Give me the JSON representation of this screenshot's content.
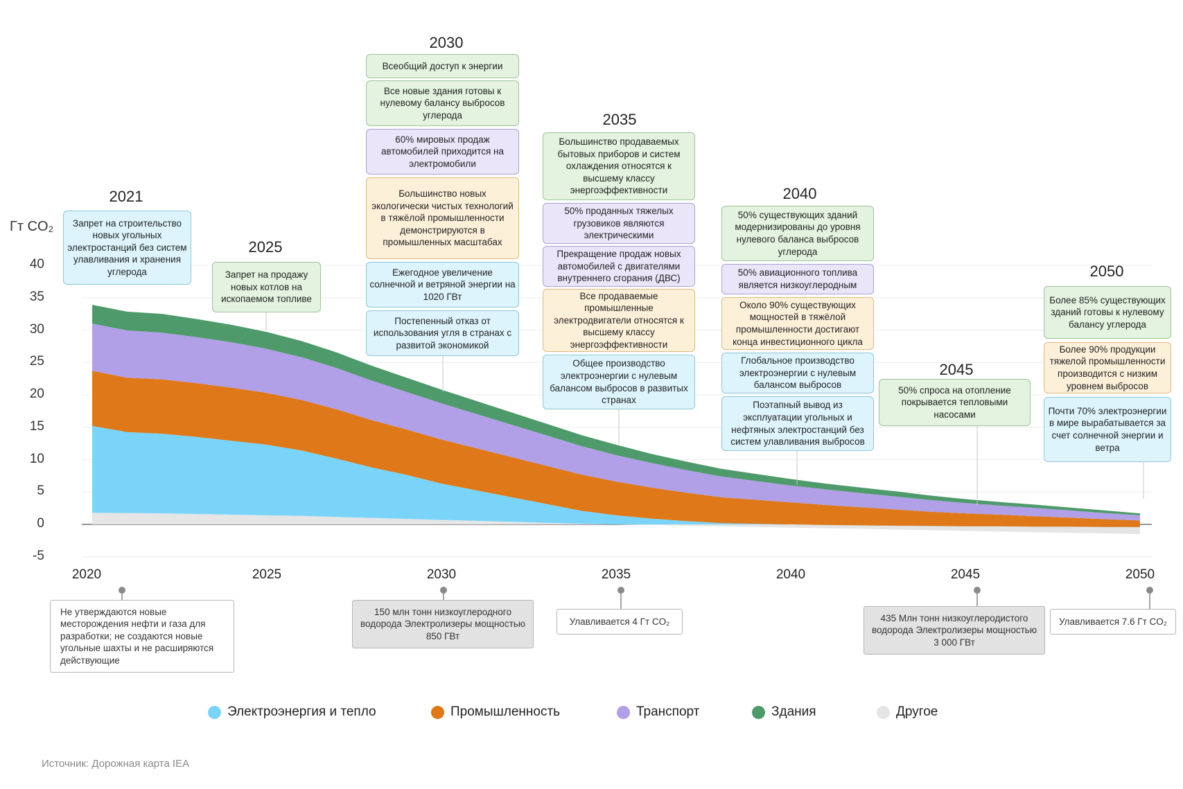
{
  "chart_data": {
    "type": "area",
    "title": "",
    "ylabel": "Гт CO₂",
    "xlabel": "",
    "ylim": [
      -5,
      40
    ],
    "yticks": [
      40,
      35,
      30,
      25,
      20,
      15,
      10,
      5,
      0,
      -5
    ],
    "xticks": [
      2020,
      2025,
      2030,
      2035,
      2040,
      2045,
      2050
    ],
    "x": [
      2020,
      2021,
      2022,
      2023,
      2024,
      2025,
      2026,
      2027,
      2028,
      2029,
      2030,
      2031,
      2032,
      2033,
      2034,
      2035,
      2036,
      2037,
      2038,
      2039,
      2040,
      2041,
      2042,
      2043,
      2044,
      2045,
      2046,
      2047,
      2048,
      2049,
      2050
    ],
    "series": [
      {
        "name": "Другое",
        "color": "#e5e5e5",
        "values": [
          1.8,
          1.75,
          1.7,
          1.6,
          1.5,
          1.4,
          1.3,
          1.15,
          1.0,
          0.85,
          0.7,
          0.55,
          0.4,
          0.25,
          0.1,
          0.0,
          -0.1,
          -0.2,
          -0.3,
          -0.4,
          -0.5,
          -0.6,
          -0.7,
          -0.8,
          -0.9,
          -1.0,
          -1.1,
          -1.2,
          -1.3,
          -1.4,
          -1.5
        ]
      },
      {
        "name": "Электроэнергия и тепло",
        "color": "#7ad4fa",
        "values": [
          13.4,
          12.5,
          12.3,
          11.9,
          11.4,
          10.9,
          10.1,
          9.0,
          7.8,
          6.8,
          5.6,
          4.7,
          3.8,
          2.9,
          2.0,
          1.4,
          0.9,
          0.5,
          0.2,
          0.1,
          0.0,
          -0.1,
          -0.15,
          -0.2,
          -0.25,
          -0.3,
          -0.3,
          -0.35,
          -0.35,
          -0.4,
          -0.4
        ]
      },
      {
        "name": "Промышленность",
        "color": "#de7818",
        "values": [
          8.5,
          8.4,
          8.4,
          8.3,
          8.2,
          8.0,
          7.8,
          7.6,
          7.3,
          7.0,
          6.8,
          6.5,
          6.2,
          5.9,
          5.6,
          5.2,
          4.8,
          4.4,
          4.0,
          3.7,
          3.4,
          3.1,
          2.8,
          2.5,
          2.2,
          2.0,
          1.8,
          1.6,
          1.4,
          1.2,
          1.0
        ]
      },
      {
        "name": "Транспорт",
        "color": "#b19fe8",
        "values": [
          7.3,
          7.3,
          7.2,
          7.1,
          7.0,
          6.8,
          6.6,
          6.4,
          6.1,
          5.8,
          5.6,
          5.3,
          5.0,
          4.7,
          4.4,
          4.1,
          3.8,
          3.5,
          3.2,
          2.9,
          2.6,
          2.4,
          2.2,
          2.0,
          1.8,
          1.6,
          1.4,
          1.3,
          1.1,
          0.95,
          0.8
        ]
      },
      {
        "name": "Здания",
        "color": "#4e9a6a",
        "values": [
          2.9,
          2.9,
          2.9,
          2.8,
          2.7,
          2.6,
          2.5,
          2.4,
          2.3,
          2.2,
          2.1,
          2.0,
          1.9,
          1.8,
          1.7,
          1.6,
          1.4,
          1.3,
          1.2,
          1.1,
          1.0,
          0.9,
          0.85,
          0.8,
          0.7,
          0.6,
          0.55,
          0.5,
          0.45,
          0.4,
          0.3
        ]
      }
    ]
  },
  "legend": [
    {
      "label": "Электроэнергия и тепло",
      "color": "#7ad4fa"
    },
    {
      "label": "Промышленность",
      "color": "#de7818"
    },
    {
      "label": "Транспорт",
      "color": "#b19fe8"
    },
    {
      "label": "Здания",
      "color": "#4e9a6a"
    },
    {
      "label": "Другое",
      "color": "#e5e5e5"
    }
  ],
  "milestones": {
    "y2021": {
      "year": "2021",
      "items": [
        {
          "text": "Запрет на строительство новых угольных электростанций без систем улавливания и хранения углерода",
          "color": "blue"
        }
      ]
    },
    "y2025": {
      "year": "2025",
      "items": [
        {
          "text": "Запрет на продажу новых котлов на ископаемом топливе",
          "color": "green"
        }
      ]
    },
    "y2030": {
      "year": "2030",
      "items": [
        {
          "text": "Всеобщий доступ к энергии",
          "color": "green"
        },
        {
          "text": "Все новые здания готовы к нулевому балансу выбросов углерода",
          "color": "green"
        },
        {
          "text": "60% мировых продаж автомобилей приходится на электромобили",
          "color": "purple"
        },
        {
          "text": "Большинство новых экологически чистых технологий в тяжёлой промышленности демонстрируются в промышленных масштабах",
          "color": "orange"
        },
        {
          "text": "Ежегодное увеличение солнечной и ветряной энергии на 1020 ГВт",
          "color": "blue"
        },
        {
          "text": "Постепенный отказ от использования угля в странах с развитой экономикой",
          "color": "blue"
        }
      ]
    },
    "y2035": {
      "year": "2035",
      "items": [
        {
          "text": "Большинство продаваемых бытовых приборов и систем охлаждения относятся к высшему классу энергоэффективности",
          "color": "green"
        },
        {
          "text": "50% проданных тяжелых грузовиков являются электрическими",
          "color": "purple"
        },
        {
          "text": "Прекращение продаж новых автомобилей с двигателями внутреннего сгорания (ДВС)",
          "color": "purple"
        },
        {
          "text": "Все продаваемые промышленные электродвигатели относятся к высшему классу энергоэффективности",
          "color": "orange"
        },
        {
          "text": "Общее производство электроэнергии с нулевым балансом выбросов в развитых странах",
          "color": "blue"
        }
      ]
    },
    "y2040": {
      "year": "2040",
      "items": [
        {
          "text": "50% существующих зданий модернизированы до уровня нулевого баланса выбросов углерода",
          "color": "green"
        },
        {
          "text": "50% авиационного топлива является низкоуглеродным",
          "color": "purple"
        },
        {
          "text": "Около 90% существующих мощностей в тяжёлой промышленности достигают конца инвестиционного цикла",
          "color": "orange"
        },
        {
          "text": "Глобальное производство электроэнергии с нулевым балансом выбросов",
          "color": "blue"
        },
        {
          "text": "Поэтапный вывод из эксплуатации угольных и нефтяных электростанций без систем улавливания выбросов",
          "color": "blue"
        }
      ]
    },
    "y2045": {
      "year": "2045",
      "items": [
        {
          "text": "50% спроса на отопление покрывается тепловыми насосами",
          "color": "green"
        }
      ]
    },
    "y2050": {
      "year": "2050",
      "items": [
        {
          "text": "Более 85% существующих зданий готовы к нулевому балансу углерода",
          "color": "green"
        },
        {
          "text": "Более 90% продукции тяжелой промышленности производится с низким уровнем выбросов",
          "color": "orange"
        },
        {
          "text": "Почти 70% электроэнергии в мире вырабатывается за счет солнечной энергии и ветра",
          "color": "blue"
        }
      ]
    }
  },
  "notes": {
    "n2020": "Не утверждаются новые месторождения нефти и газа для разработки; не создаются новые угольные шахты и не расширяются действующие",
    "n2030": "150 млн тонн низкоуглеродного водорода Электролизеры мощностью 850 ГВт",
    "n2035": "Улавливается 4 Гт CO₂",
    "n2045": "435 Млн тонн низкоуглеродистого водорода Электролизеры мощностью 3 000 ГВт",
    "n2050": "Улавливается 7.6 Гт CO₂"
  },
  "source": "Источник: Дорожная карта IEA"
}
